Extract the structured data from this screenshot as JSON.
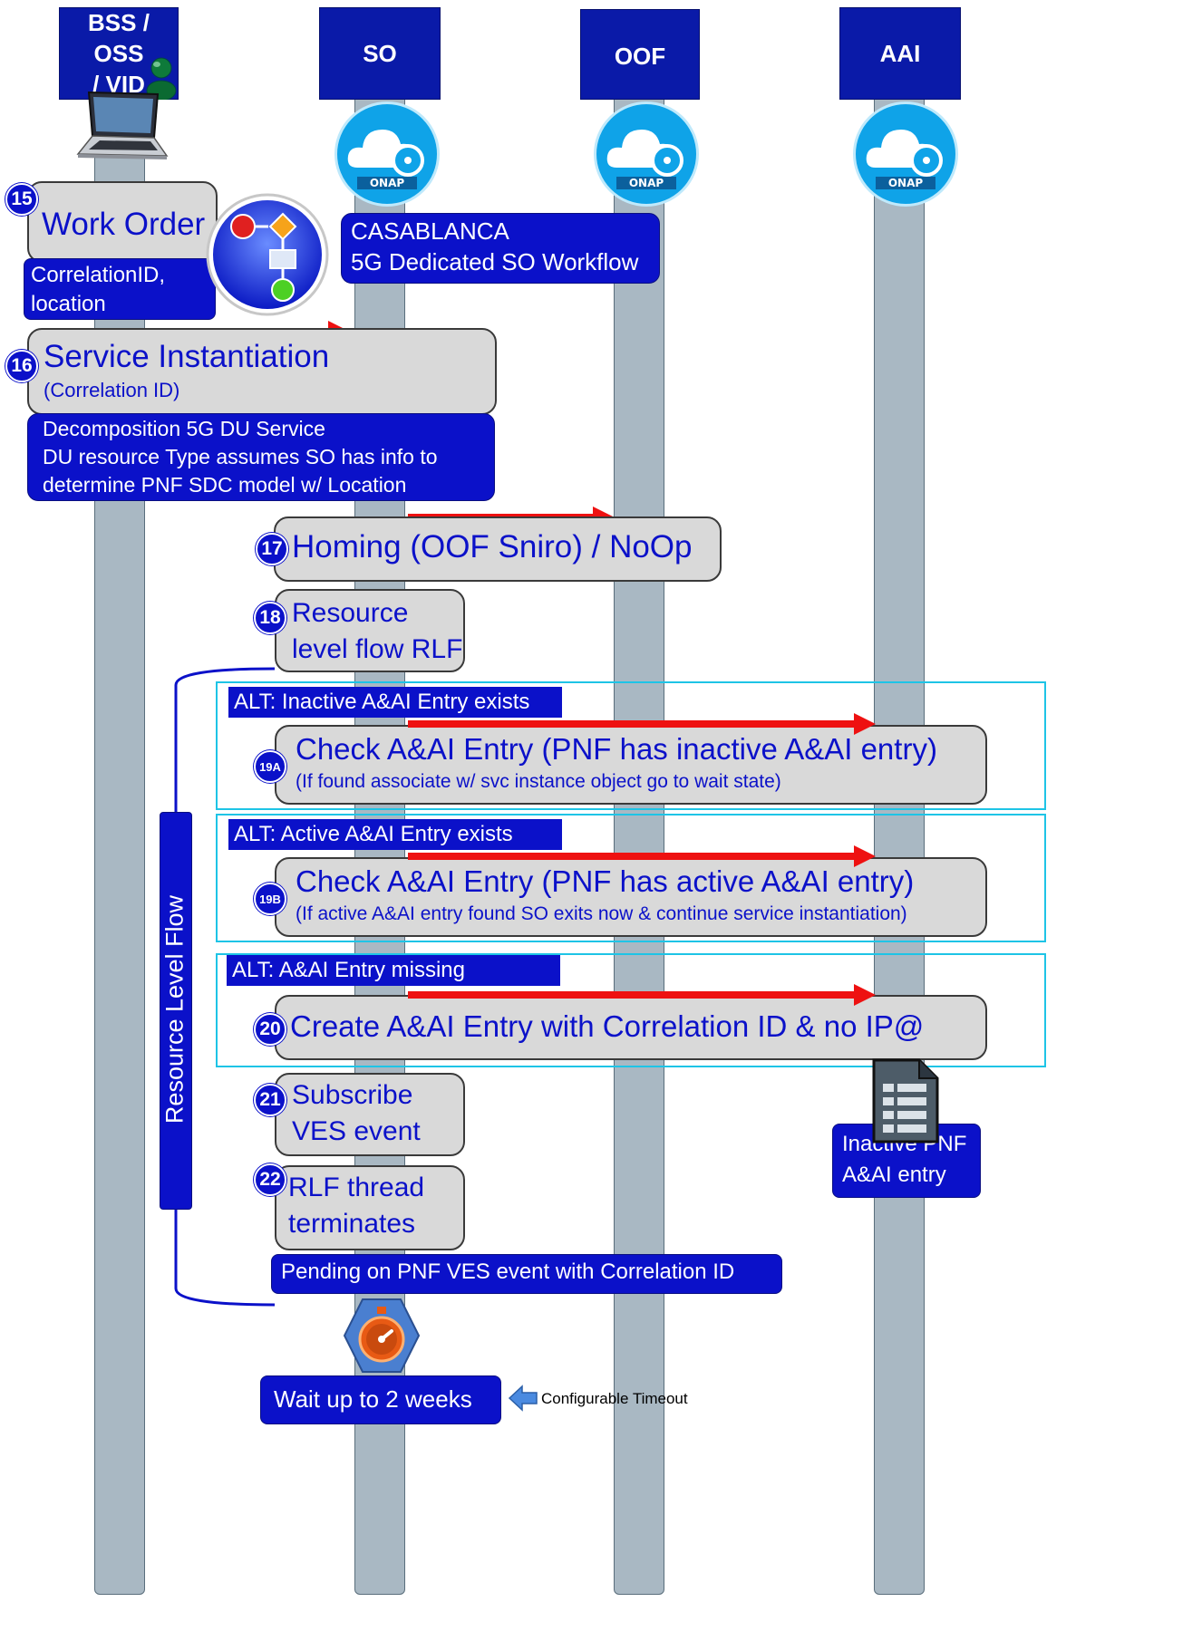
{
  "lanes": {
    "bss": "BSS / OSS\n/ VID",
    "so": "SO",
    "oof": "OOF",
    "aai": "AAI"
  },
  "onap_logo": "ONAP",
  "icons": {
    "laptop": "laptop-icon",
    "user": "user-icon",
    "workflow": "workflow-icon",
    "cloud": "onap-cloud-icon",
    "document": "document-icon",
    "timer": "stopwatch-icon",
    "arrow_left": "arrow-left-icon"
  },
  "steps": {
    "s15": {
      "num": "15",
      "title": "Work Order",
      "detail": "CorrelationID,\nlocation"
    },
    "casablanca": {
      "line1": "CASABLANCA",
      "line2": "5G Dedicated SO Workflow"
    },
    "s16": {
      "num": "16",
      "title": "Service Instantiation",
      "sub": "(Correlation ID)",
      "detail1": "Decomposition 5G DU Service",
      "detail2": "DU resource Type assumes SO has info to",
      "detail3": "determine PNF SDC model w/ Location"
    },
    "s17": {
      "num": "17",
      "title": "Homing (OOF Sniro) / NoOp"
    },
    "s18": {
      "num": "18",
      "line1": "Resource",
      "line2": "level flow RLF"
    },
    "alt1": {
      "tag": "ALT: Inactive A&AI Entry exists",
      "num": "19A",
      "title": "Check A&AI Entry (PNF has inactive A&AI entry)",
      "sub": "(If found associate w/ svc instance object go to wait state)"
    },
    "alt2": {
      "tag": "ALT: Active A&AI Entry exists",
      "num": "19B",
      "title": "Check A&AI Entry (PNF has active A&AI entry)",
      "sub": "(If active A&AI entry found SO exits now & continue service instantiation)"
    },
    "alt3": {
      "tag": "ALT: A&AI Entry missing",
      "num": "20",
      "title": "Create A&AI Entry with Correlation ID & no IP@"
    },
    "s21": {
      "num": "21",
      "line1": "Subscribe",
      "line2": "VES event"
    },
    "s22": {
      "num": "22",
      "line1": "RLF thread",
      "line2": "terminates"
    },
    "pending": "Pending on PNF VES event with  Correlation ID",
    "wait": "Wait up to 2 weeks",
    "timeout": "Configurable Timeout",
    "inactive": {
      "line1": "Inactive PNF",
      "line2": "A&AI entry"
    },
    "rlf_label": "Resource Level Flow"
  }
}
